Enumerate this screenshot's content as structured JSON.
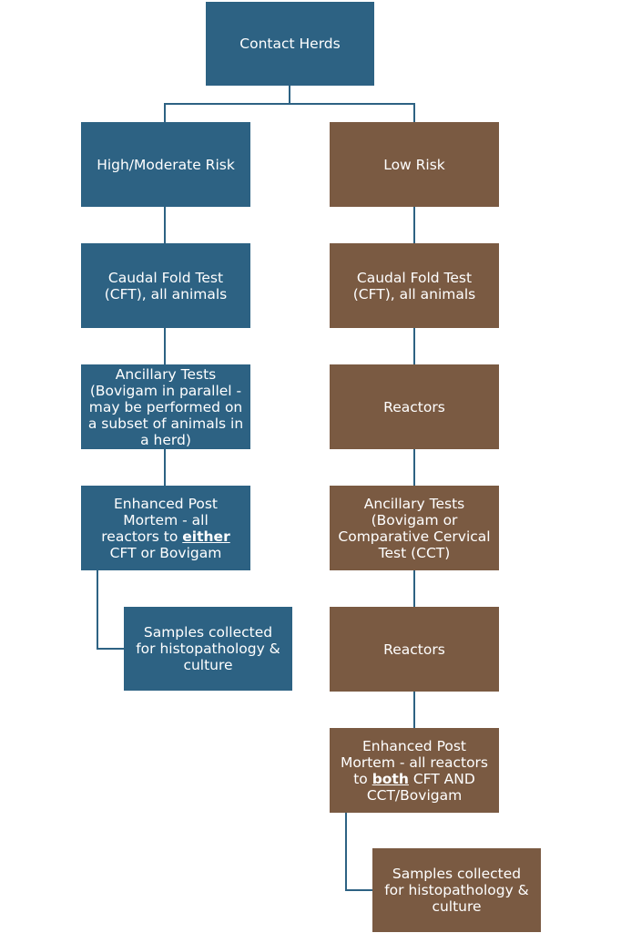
{
  "diagram": {
    "root": {
      "label": "Contact Herds"
    },
    "left_branch": {
      "header": "High/Moderate Risk",
      "steps": [
        {
          "label": "Caudal Fold Test (CFT), all animals"
        },
        {
          "label": "Ancillary Tests (Bovigam in parallel - may be performed on a subset of animals in a herd)"
        },
        {
          "label_before": "Enhanced Post Mortem - all reactors to ",
          "label_emph": "either",
          "label_after": " CFT or Bovigam"
        }
      ],
      "sample": {
        "label": "Samples collected for histopathology & culture"
      }
    },
    "right_branch": {
      "header": "Low Risk",
      "steps": [
        {
          "label": "Caudal Fold Test (CFT), all animals"
        },
        {
          "label": "Reactors"
        },
        {
          "label": "Ancillary Tests (Bovigam or Comparative Cervical Test (CCT)"
        },
        {
          "label": "Reactors"
        },
        {
          "label_before": "Enhanced Post Mortem - all reactors to ",
          "label_emph": "both",
          "label_after": " CFT AND CCT/Bovigam"
        }
      ],
      "sample": {
        "label": "Samples collected for histopathology & culture"
      }
    },
    "colors": {
      "high_risk": "#2d6283",
      "low_risk": "#7a5a42",
      "connector": "#2d6283",
      "text": "#ffffff"
    }
  }
}
